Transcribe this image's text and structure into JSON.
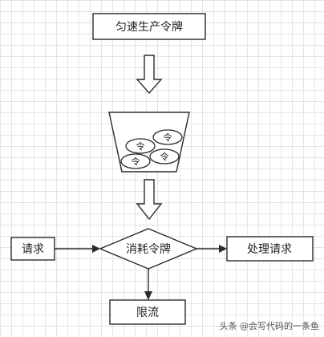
{
  "nodes": {
    "generate": "匀速生产令牌",
    "consume": "消耗令牌",
    "request": "请求",
    "process": "处理请求",
    "limit": "限流"
  },
  "bucket": {
    "tokens": [
      "令",
      "令",
      "令",
      "令"
    ]
  },
  "watermark": "头条 @会写代码的一条鱼"
}
